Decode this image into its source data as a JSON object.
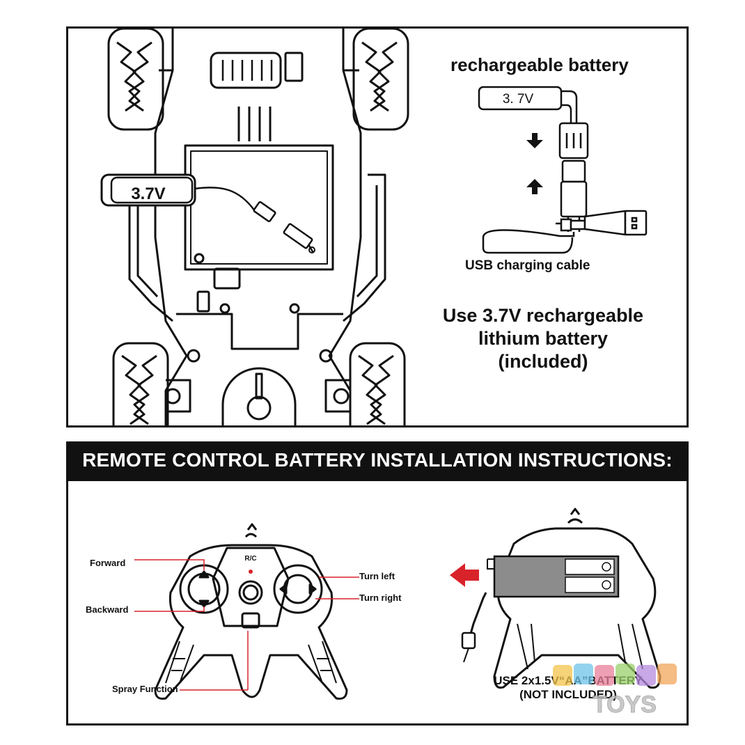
{
  "top": {
    "car_battery_label": "3.7V",
    "battery_heading": "rechargeable battery",
    "battery_pack_label": "3. 7V",
    "usb_label": "USB charging cable",
    "instruction_lines": [
      "Use 3.7V rechargeable",
      "lithium battery",
      "(included)"
    ]
  },
  "banner": {
    "title": "REMOTE CONTROL BATTERY INSTALLATION INSTRUCTIONS:"
  },
  "remote": {
    "badge": "R/C",
    "labels": {
      "forward": "Forward",
      "backward": "Backward",
      "spray": "Spray Function",
      "turn_left": "Turn left",
      "turn_right": "Turn right"
    }
  },
  "battery_install": {
    "line1": "USE 2x1.5V“AA”BATTERY",
    "line2": "(NOT INCLUDED)"
  },
  "watermark": {
    "word1": "TOYS"
  },
  "colors": {
    "leader_red": "#d9232a",
    "arrow_red": "#d9232a",
    "ink": "#111111",
    "box_gray": "#8c8c8c"
  }
}
